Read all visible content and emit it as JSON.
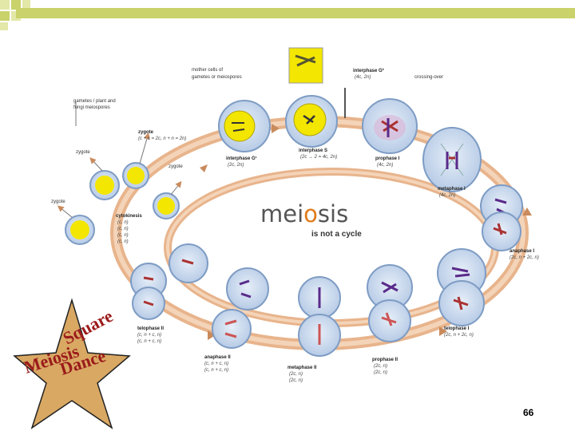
{
  "page_number": "66",
  "title": {
    "prefix": "mei",
    "highlight": "o",
    "suffix": "sis",
    "subtitle": "is not a cycle"
  },
  "star_text": {
    "line1": "Square",
    "line2": "Meiosis",
    "line3": "Dance"
  },
  "labels": {
    "mother_cells": "mother cells of",
    "mother_cells_2": "gametes or meiospores",
    "gametes_plant": "gametes / plant and",
    "gametes_plant_2": "fungi meiospores",
    "interphase_g2": "interphase G²",
    "interphase_g2_f": "(4c, 2n)",
    "crossing_over": "crossing-over",
    "zygote_top": "zygote",
    "zygote_top_f": "(c + c = 2c, n + n = 2n)",
    "zygote_left": "zygote",
    "zygote_right": "zygote",
    "zygote_far": "zygote",
    "interphase_g1": "interphase G¹",
    "interphase_g1_f": "(2c, 2n)",
    "interphase_s": "interphase S",
    "interphase_s_f": "(2c → 2 = 4c, 2n)",
    "prophase1": "prophase I",
    "prophase1_f": "(4c, 2n)",
    "metaphase1": "metaphase I",
    "metaphase1_f": "(4c, 2n)",
    "cytokinesis": "cytokinesis",
    "cyto_f1": "(c, n)",
    "cyto_f2": "(c, n)",
    "cyto_f3": "(c, n)",
    "cyto_f4": "(c, n)",
    "anaphase1": "anaphase I",
    "anaphase1_f": "(2c, n + 2c, n)",
    "telophase2": "telophase II",
    "telophase2_f1": "(c, n + c, n)",
    "telophase2_f2": "(c, n + c, n)",
    "telophase1": "telophase I",
    "telophase1_f": "(2c, n + 2c, n)",
    "anaphase2": "anaphase II",
    "anaphase2_f1": "(c, n + c, n)",
    "anaphase2_f2": "(c, n + c, n)",
    "metaphase2": "metaphase II",
    "metaphase2_f1": "(2c, n)",
    "metaphase2_f2": "(2c, n)",
    "prophase2": "prophase II",
    "prophase2_f1": "(2c, n)",
    "prophase2_f2": "(2c, n)"
  },
  "colors": {
    "accent_bar": "#c9d26b",
    "corner_square": "#e3e7a8",
    "cell_fill": "#c8d8ec",
    "cell_stroke": "#7e9cc4",
    "yellow_nucleus": "#f3e600",
    "orbit": "#e0a070",
    "star_fill": "#d9a863",
    "star_text": "#9b1b1b",
    "title_o": "#e07b1a"
  }
}
